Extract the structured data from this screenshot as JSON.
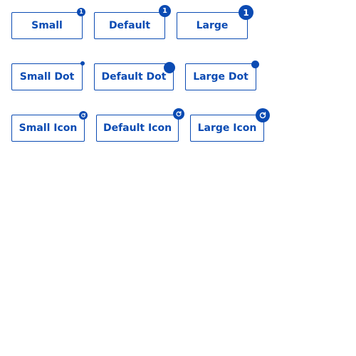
{
  "theme": {
    "accent": "#0b4bb3",
    "background": "#ffffff"
  },
  "count_buttons": {
    "small": {
      "label": "Small",
      "badge": "1"
    },
    "default": {
      "label": "Default",
      "badge": "1"
    },
    "large": {
      "label": "Large",
      "badge": "1"
    }
  },
  "dot_buttons": {
    "small": {
      "label": "Small Dot"
    },
    "default": {
      "label": "Default Dot"
    },
    "large": {
      "label": "Large Dot"
    }
  },
  "icon_buttons": {
    "small": {
      "label": "Small Icon",
      "icon": "refresh-icon"
    },
    "default": {
      "label": "Default Icon",
      "icon": "refresh-icon"
    },
    "large": {
      "label": "Large Icon",
      "icon": "refresh-icon"
    }
  }
}
